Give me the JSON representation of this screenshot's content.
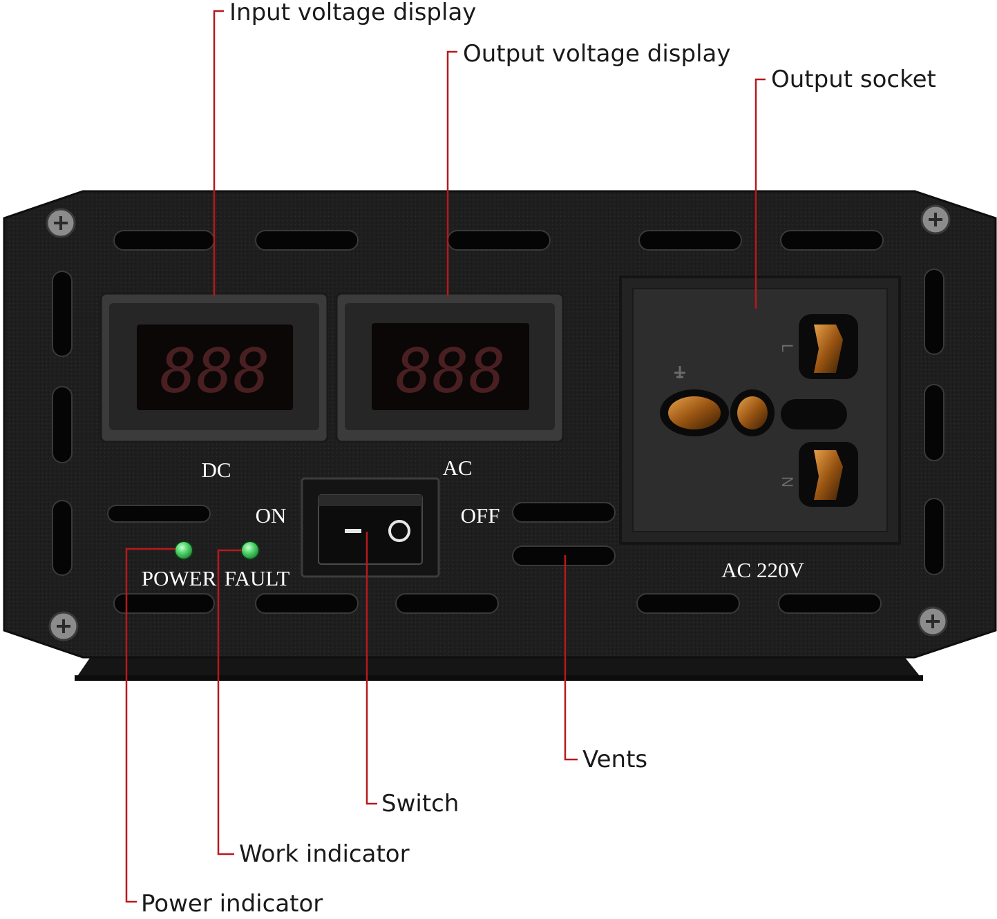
{
  "callouts": {
    "input_voltage_display": "Input voltage display",
    "output_voltage_display": "Output voltage display",
    "output_socket": "Output socket",
    "vents": "Vents",
    "switch": "Switch",
    "work_indicator": "Work indicator",
    "power_indicator": "Power indicator"
  },
  "panel": {
    "dc_label": "DC",
    "ac_label": "AC",
    "on_label": "ON",
    "off_label": "OFF",
    "power_label": "POWER",
    "fault_label": "FAULT",
    "ac_rating": "AC 220V",
    "display_left": "888",
    "display_right": "888",
    "socket_letters": [
      "L",
      "N"
    ]
  },
  "colors": {
    "leader_line": "#b8181c",
    "casing": "#1d1d1d",
    "led": "#4fd66a",
    "display_digits": "#4a1f22",
    "socket_metal": "#b0661a"
  }
}
